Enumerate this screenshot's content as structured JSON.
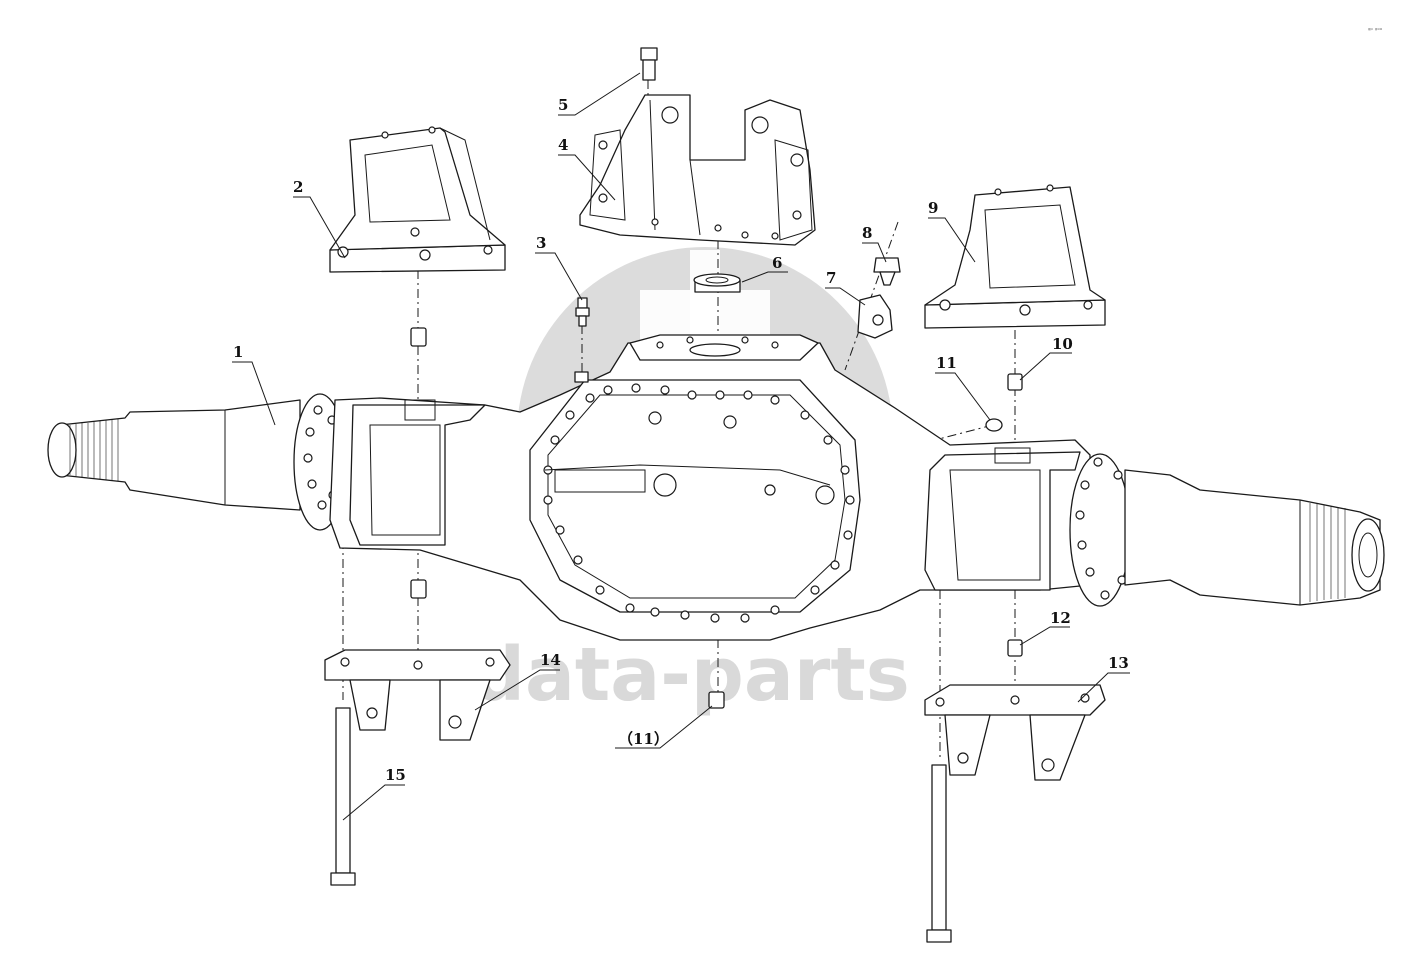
{
  "corner_mark": "ᵍᵖ ᵍᵒᵒ",
  "watermark": {
    "text": "data-parts",
    "logo": "dp-circle-logo",
    "color": "#d9d9d9"
  },
  "callouts": [
    {
      "id": "1",
      "label": "1"
    },
    {
      "id": "2",
      "label": "2"
    },
    {
      "id": "3",
      "label": "3"
    },
    {
      "id": "4",
      "label": "4"
    },
    {
      "id": "5",
      "label": "5"
    },
    {
      "id": "6",
      "label": "6"
    },
    {
      "id": "7",
      "label": "7"
    },
    {
      "id": "8",
      "label": "8"
    },
    {
      "id": "9",
      "label": "9"
    },
    {
      "id": "10",
      "label": "10"
    },
    {
      "id": "11",
      "label": "11"
    },
    {
      "id": "12",
      "label": "12"
    },
    {
      "id": "13",
      "label": "13"
    },
    {
      "id": "14",
      "label": "14"
    },
    {
      "id": "15",
      "label": "15"
    },
    {
      "id": "11b",
      "label": "（11）"
    }
  ]
}
